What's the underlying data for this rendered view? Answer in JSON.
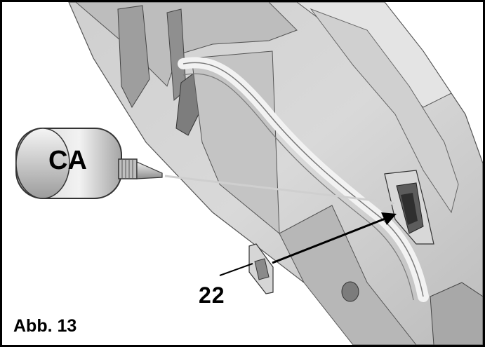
{
  "figure": {
    "figure_label": "Abb. 13",
    "glue_label": "CA",
    "part_number": "22"
  },
  "colors": {
    "frame": "#000000",
    "part_light": "#e6e6e6",
    "part_mid": "#bdbdbd",
    "part_dark": "#8a8a8a",
    "glue_arrow": "#cfcfcf",
    "pointer_arrow": "#000000"
  }
}
